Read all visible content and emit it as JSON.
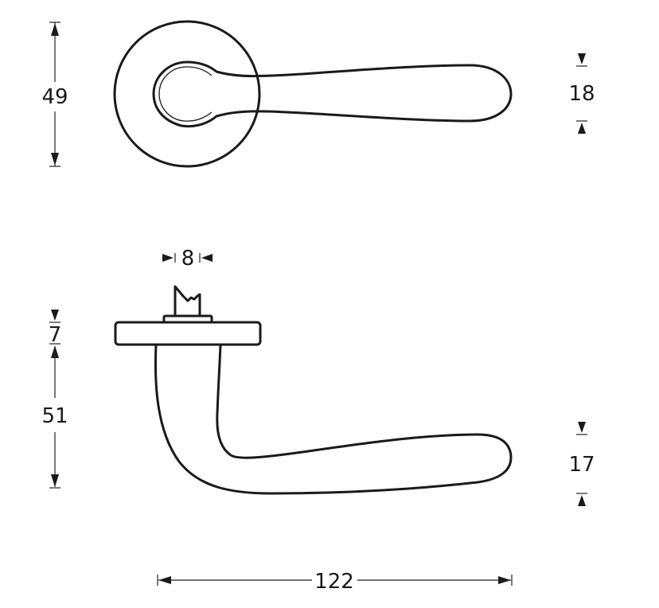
{
  "drawing": {
    "subject": "Door lever handle on round rose",
    "views": [
      {
        "name": "front-view",
        "description": "Round rose with lever handle"
      },
      {
        "name": "side-view",
        "description": "Rose profile with spindle and L-shaped lever"
      }
    ],
    "dimensions": {
      "rose_diameter": "49",
      "lever_height_front": "18",
      "spindle_width": "8",
      "rose_thickness": "7",
      "lever_projection": "51",
      "lever_height_side": "17",
      "total_length": "122"
    },
    "colors": {
      "line": "#1a1a1a",
      "background": "#ffffff"
    }
  }
}
